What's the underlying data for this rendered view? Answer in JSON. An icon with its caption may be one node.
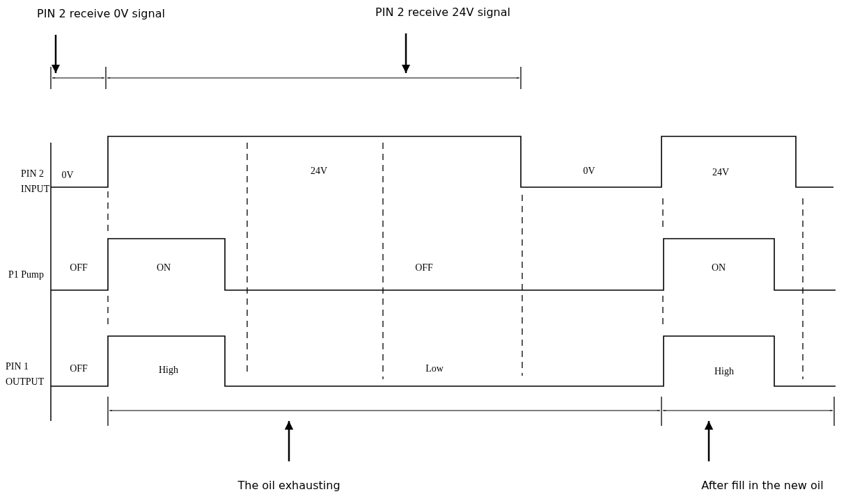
{
  "diagram": {
    "nodes": [
      {
        "text": [
          "PIN 2 receive 0V signal"
        ]
      },
      {
        "text": [
          "PIN 2 receive 24V signal"
        ]
      },
      {
        "text": [
          "The oil exhausting"
        ]
      },
      {
        "text": [
          "After fill in the new oil"
        ]
      }
    ],
    "edges": [
      {
        "from": 0,
        "to": null,
        "arrow": "to"
      },
      {
        "from": 1,
        "to": null,
        "arrow": "to"
      },
      {
        "from": 2,
        "to": null,
        "arrow": "to"
      },
      {
        "from": 3,
        "to": null,
        "arrow": "to"
      }
    ],
    "labels": [
      "PIN 2 INPUT",
      "0V",
      "24V",
      "0V",
      "24V",
      "P1 Pump",
      "OFF",
      "ON",
      "OFF",
      "ON",
      "PIN 1 OUTPUT",
      "OFF",
      "High",
      "Low",
      "High"
    ]
  }
}
